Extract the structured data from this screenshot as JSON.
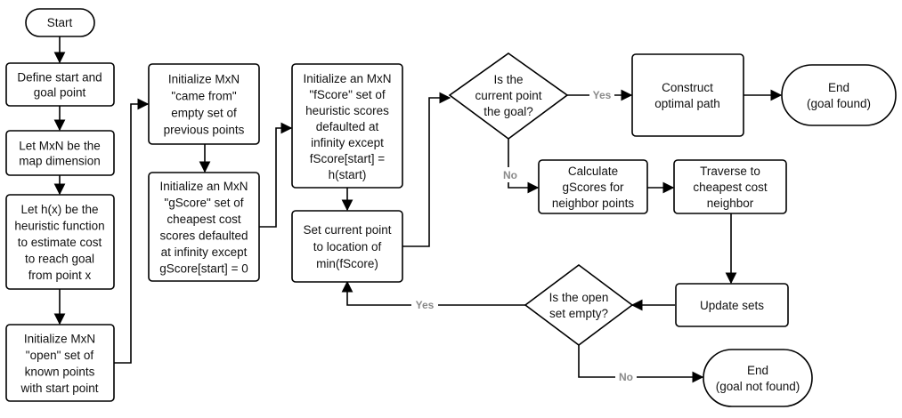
{
  "diagram": {
    "nodes": {
      "start": {
        "lines": [
          "Start"
        ]
      },
      "define": {
        "lines": [
          "Define start and",
          "goal point"
        ]
      },
      "mapdim": {
        "lines": [
          "Let MxN be the",
          "map dimension"
        ]
      },
      "heuristic": {
        "lines": [
          "Let h(x) be the",
          "heuristic function",
          "to estimate cost",
          "to reach goal",
          "from point x"
        ]
      },
      "openset": {
        "lines": [
          "Initialize MxN",
          "\"open\" set of",
          "known points",
          "with start point"
        ]
      },
      "camefrom": {
        "lines": [
          "Initialize MxN",
          "\"came from\"",
          "empty set of",
          "previous points"
        ]
      },
      "gscore": {
        "lines": [
          "Initialize an MxN",
          "\"gScore\" set of",
          "cheapest cost",
          "scores defaulted",
          "at infinity except",
          "gScore[start] = 0"
        ]
      },
      "fscore": {
        "lines": [
          "Initialize an MxN",
          "\"fScore\" set of",
          "heuristic scores",
          "defaulted at",
          "infinity except",
          "fScore[start] =",
          "h(start)"
        ]
      },
      "setcurrent": {
        "lines": [
          "Set current point",
          "to location of",
          "min(fScore)"
        ]
      },
      "isgoal": {
        "lines": [
          "Is the",
          "current point",
          "the goal?"
        ]
      },
      "construct": {
        "lines": [
          "Construct",
          "optimal path"
        ]
      },
      "endfound": {
        "lines": [
          "End",
          "(goal found)"
        ]
      },
      "calcg": {
        "lines": [
          "Calculate",
          "gScores for",
          "neighbor points"
        ]
      },
      "traverse": {
        "lines": [
          "Traverse to",
          "cheapest cost",
          "neighbor"
        ]
      },
      "update": {
        "lines": [
          "Update sets"
        ]
      },
      "isempty": {
        "lines": [
          "Is the open",
          "set empty?"
        ]
      },
      "endnotfound": {
        "lines": [
          "End",
          "(goal not found)"
        ]
      }
    },
    "edge_labels": {
      "goal_yes": "Yes",
      "goal_no": "No",
      "empty_yes": "Yes",
      "empty_no": "No"
    }
  }
}
